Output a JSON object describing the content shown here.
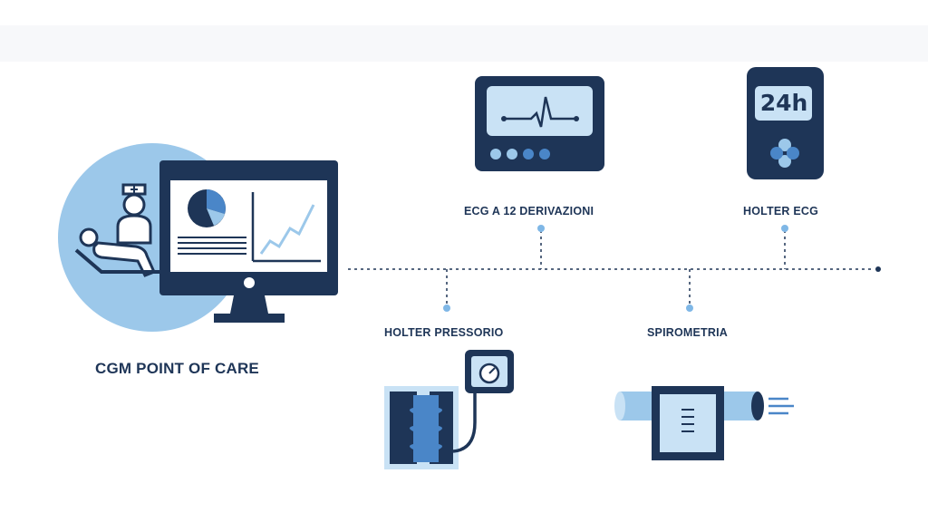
{
  "labels": {
    "cgm_point_of_care": "CGM POINT OF CARE",
    "ecg_12_leads": "ECG A 12 DERIVAZIONI",
    "holter_ecg": "HOLTER ECG",
    "holter_pressure": "HOLTER PRESSORIO",
    "spirometry": "SPIROMETRIA"
  },
  "holter_ecg_display": "24h",
  "colors": {
    "navy": "#1e3557",
    "light_blue": "#9cc8ea",
    "mid_blue": "#4a86c8",
    "pale_blue": "#c9e2f5",
    "white": "#ffffff"
  },
  "icons": [
    "nurse-icon",
    "patient-bed-icon",
    "monitor-icon",
    "pie-chart-icon",
    "line-chart-icon",
    "ecg-machine-icon",
    "holter-ecg-icon",
    "blood-pressure-cuff-icon",
    "spirometer-icon"
  ]
}
